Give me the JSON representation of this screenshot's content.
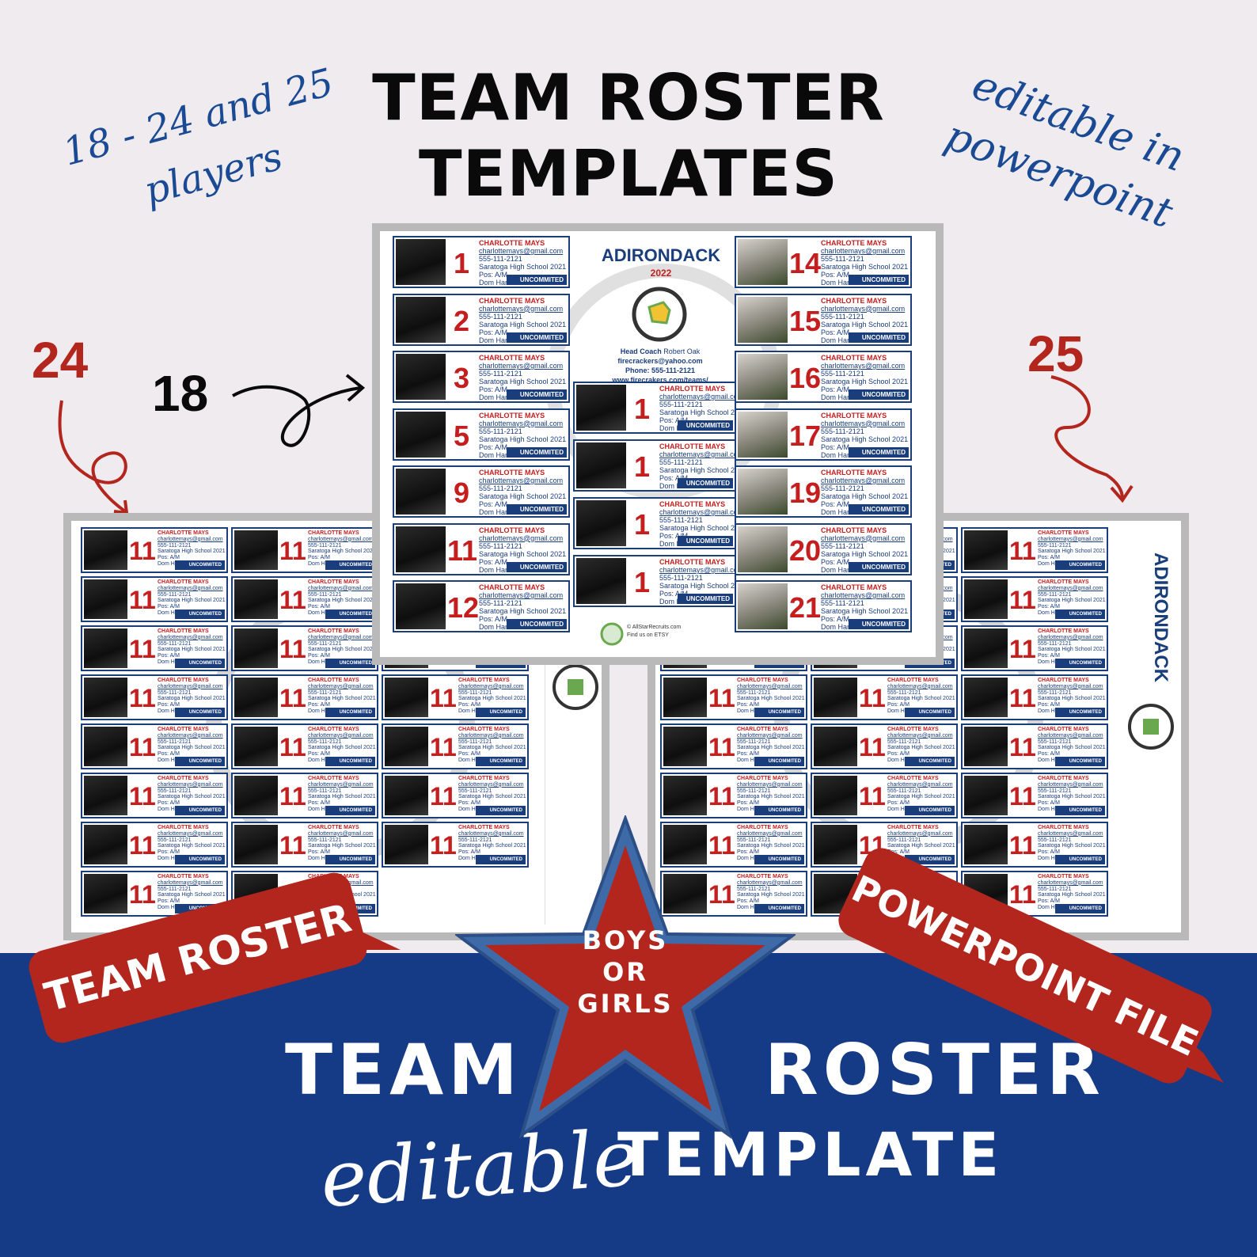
{
  "header": {
    "title_line1": "TEAM  ROSTER",
    "title_line2": "TEMPLATES",
    "left_script_line1": "18 - 24 and 25",
    "left_script_line2": "players",
    "right_script_line1": "editable in",
    "right_script_line2": "powerpoint"
  },
  "counts": {
    "left": "24",
    "middle": "18",
    "right": "25"
  },
  "card": {
    "name": "CHARLOTTE MAYS",
    "email": "charlottemays@gmail.com",
    "phone": "555-111-2121",
    "school": "Saratoga High School 2021",
    "pos": "Pos: A/M",
    "hand": "Dom Hand: R",
    "tag": "UNCOMMITED"
  },
  "center_template": {
    "team": "ADIRONDACK",
    "year": "2022",
    "coach_label": "Head Coach",
    "coach_name": "Robert Oak",
    "coach_email": "firecrackers@yahoo.com",
    "coach_phone": "Phone:  555-111-2121",
    "coach_site": "www.firecrakers.com/teams/",
    "credit": "© AllStarRecruits.com",
    "credit2": "Find us on ETSY",
    "left_numbers": [
      "1",
      "2",
      "3",
      "5",
      "9",
      "11",
      "12"
    ],
    "middle_numbers": [
      "1",
      "1",
      "1",
      "1"
    ],
    "right_numbers": [
      "14",
      "15",
      "16",
      "17",
      "19",
      "20",
      "21"
    ]
  },
  "back_templates": {
    "number": "11"
  },
  "banner": {
    "word_team": "TEAM",
    "word_roster": "ROSTER",
    "word_editable": "editable",
    "word_template": "TEMPLATE",
    "pill_left": "TEAM ROSTER",
    "pill_right": "POWERPOINT FILE",
    "star_line1": "BOYS",
    "star_line2": "OR",
    "star_line3": "GIRLS"
  },
  "colors": {
    "navy": "#153b86",
    "red": "#b3261e",
    "background": "#efebee",
    "sheet_border": "#b9b9b9"
  }
}
